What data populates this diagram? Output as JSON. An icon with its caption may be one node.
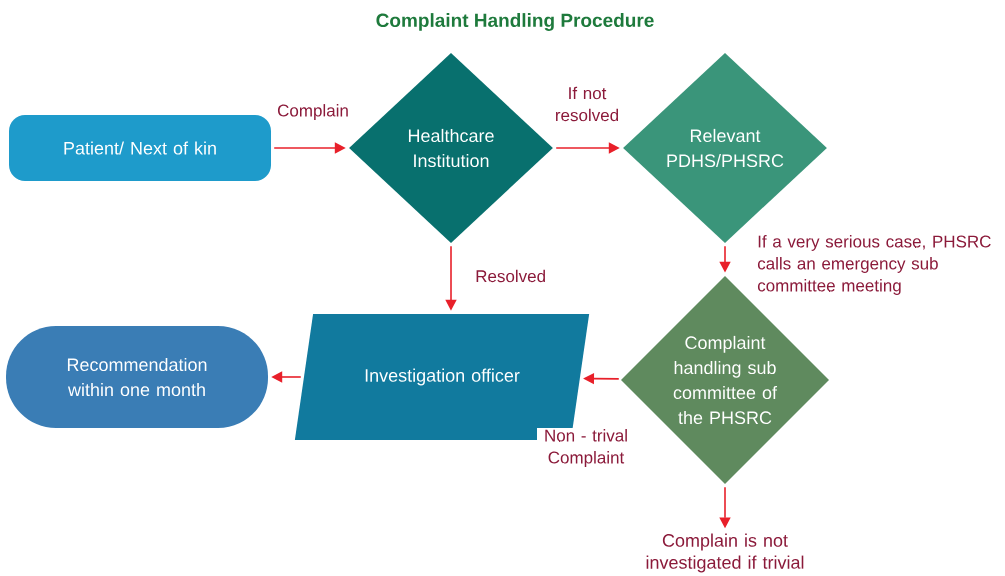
{
  "diagram": {
    "title": "Complaint Handling Procedure",
    "nodes": [
      {
        "text": [
          "Patient/ Next of kin"
        ]
      },
      {
        "text": [
          "Healthcare Institution"
        ]
      },
      {
        "text": [
          "Relevant PDHS/PHSRC"
        ]
      },
      {
        "text": [
          "Investigation officer"
        ]
      },
      {
        "text": [
          "Recommendation within one month"
        ]
      },
      {
        "text": [
          "Complaint handling sub committee of the PHSRC"
        ]
      },
      {
        "text": [
          "Complain is not investigated if trivial"
        ]
      }
    ],
    "edges": [
      {
        "from": 0,
        "to": 1,
        "arrow": "to",
        "label": "Complain"
      },
      {
        "from": 1,
        "to": 2,
        "arrow": "to",
        "label": "If not resolved"
      },
      {
        "from": 1,
        "to": 3,
        "arrow": "to",
        "label": "Resolved"
      },
      {
        "from": 2,
        "to": 5,
        "arrow": "to",
        "label": "If a very serious case, PHSRC calls an emergency sub committee meeting"
      },
      {
        "from": 5,
        "to": 3,
        "arrow": "to",
        "label": "Non - trival Complaint"
      },
      {
        "from": 3,
        "to": 4,
        "arrow": "to"
      },
      {
        "from": 5,
        "to": 6,
        "arrow": "to"
      }
    ]
  }
}
